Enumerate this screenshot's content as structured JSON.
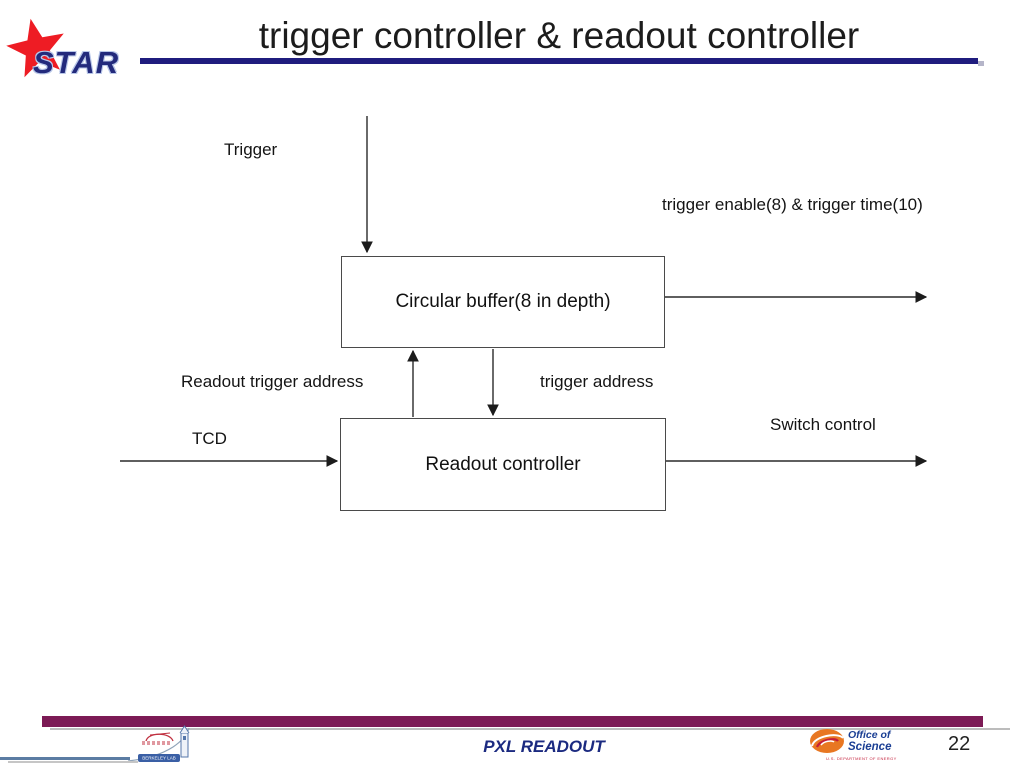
{
  "slide": {
    "title": "trigger controller & readout controller",
    "page_number": "22",
    "footer_label": "PXL READOUT"
  },
  "logos": {
    "star_text": "STAR",
    "berkeley_banner": "BERKELEY LAB",
    "office_of_science_line1": "Office of",
    "office_of_science_line2": "Science",
    "office_of_science_line3": "U.S. DEPARTMENT OF ENERGY"
  },
  "diagram": {
    "trigger_label": "Trigger",
    "trigger_enable_label": "trigger enable(8) & trigger time(10)",
    "circular_buffer_label": "Circular buffer(8 in depth)",
    "readout_trigger_address_label": "Readout trigger address",
    "trigger_address_label": "trigger address",
    "tcd_label": "TCD",
    "readout_controller_label": "Readout controller",
    "switch_control_label": "Switch control"
  },
  "colors": {
    "title_underline": "#1f1c7e",
    "footer_bar": "#7c1a55",
    "star_red": "#ee1c24",
    "star_navy": "#232a7c",
    "footer_text_navy": "#1b2a80",
    "oos_orange": "#e87722",
    "oos_red": "#c41e3a"
  }
}
